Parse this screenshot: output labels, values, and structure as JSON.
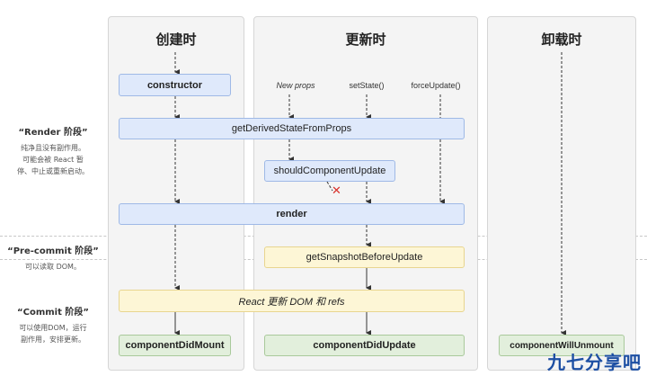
{
  "columns": {
    "mount": "创建时",
    "update": "更新时",
    "unmount": "卸载时"
  },
  "phases": {
    "render": {
      "title": "“Render 阶段”",
      "desc": [
        "纯净且没有副作用。",
        "可能会被 React 暂",
        "停、中止或重新启动。"
      ]
    },
    "precommit": {
      "title": "“Pre-commit 阶段”",
      "desc": [
        "可以读取 DOM。"
      ]
    },
    "commit": {
      "title": "“Commit 阶段”",
      "desc": [
        "可以使用DOM，运行",
        "副作用，安排更新。"
      ]
    }
  },
  "triggers": {
    "new_props": "New props",
    "set_state": "setState()",
    "force_update": "forceUpdate()"
  },
  "boxes": {
    "constructor": "constructor",
    "get_derived_state": "getDerivedStateFromProps",
    "should_update": "shouldComponentUpdate",
    "render": "render",
    "get_snapshot": "getSnapshotBeforeUpdate",
    "react_update_dom": "React 更新 DOM 和 refs",
    "did_mount": "componentDidMount",
    "did_update": "componentDidUpdate",
    "will_unmount": "componentWillUnmount"
  },
  "cross_mark": "✕",
  "watermark": "九七分享吧"
}
